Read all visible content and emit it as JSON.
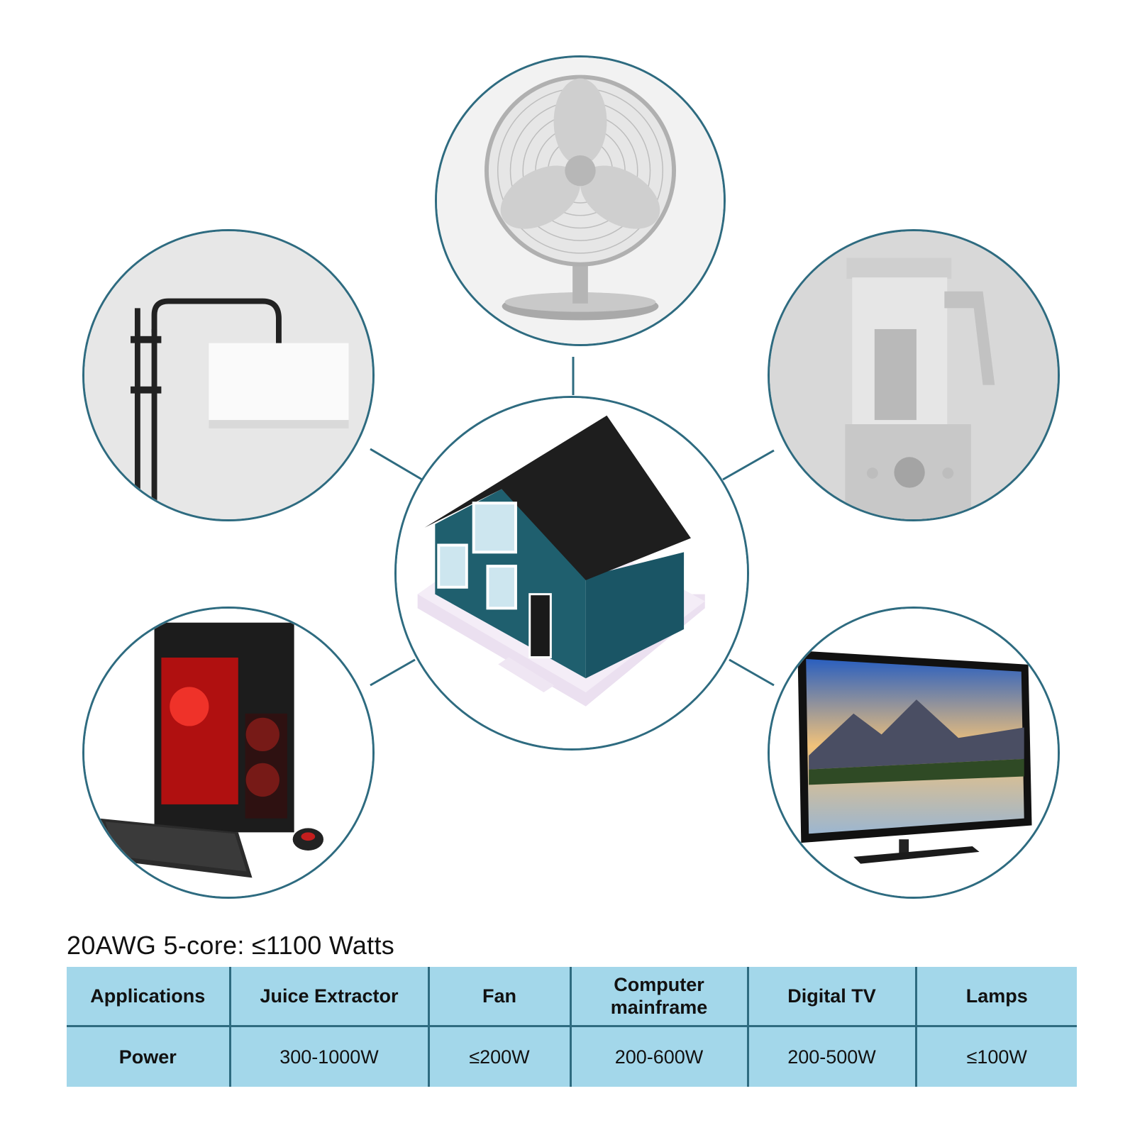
{
  "spec": {
    "title": "20AWG 5-core: ≤1100 Watts",
    "header": {
      "label": "Applications",
      "cells": [
        "Juice Extractor",
        "Fan",
        "Computer mainframe",
        "Digital TV",
        "Lamps"
      ]
    },
    "row": {
      "label": "Power",
      "cells": [
        "300-1000W",
        "≤200W",
        "200-600W",
        "200-500W",
        "≤100W"
      ]
    }
  },
  "illustrations": {
    "center": "house-icon",
    "items": [
      "fan-icon",
      "lamp-icon",
      "juicer-icon",
      "computer-icon",
      "tv-icon"
    ]
  },
  "colors": {
    "accent": "#2e6b80",
    "table_fill": "#a3d7ea"
  }
}
